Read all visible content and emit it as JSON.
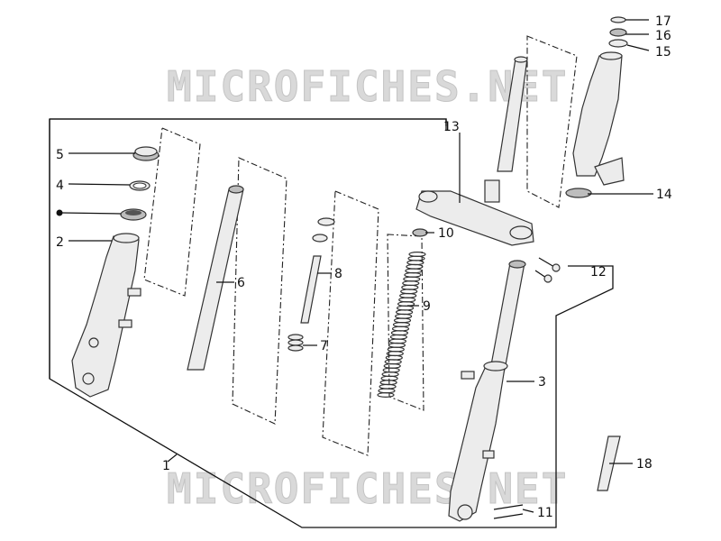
{
  "watermark": "MICROFICHES.NET",
  "labels": {
    "p1": "1",
    "p2": "2",
    "p3": "3",
    "p4": "4",
    "p5": "5",
    "p6": "6",
    "p7": "7",
    "p8": "8",
    "p9": "9",
    "p10": "10",
    "p11": "11",
    "p12": "12",
    "p13": "13",
    "p14": "14",
    "p15": "15",
    "p16": "16",
    "p17": "17",
    "p18": "18"
  }
}
